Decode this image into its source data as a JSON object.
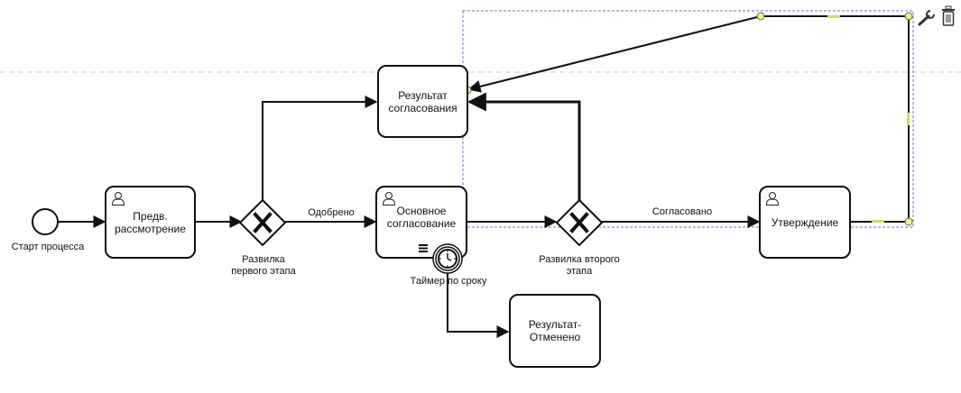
{
  "start_event": {
    "label": "Старт процесса"
  },
  "tasks": {
    "prelim": "Предв.\nрассмотрение",
    "result": "Результат\nсогласования",
    "main": "Основное\nсогласование",
    "approval": "Утверждение",
    "cancelled": "Результат-\nОтменено"
  },
  "gateways": {
    "first": "Развилка\nпервого этапа",
    "second": "Развилка второго\nэтапа"
  },
  "flows": {
    "approved": "Одобрено",
    "agreed": "Согласовано"
  },
  "timer": {
    "label": "Таймер по сроку"
  },
  "context_tools": {
    "wrench": "wrench-icon",
    "trash": "trash-icon"
  }
}
